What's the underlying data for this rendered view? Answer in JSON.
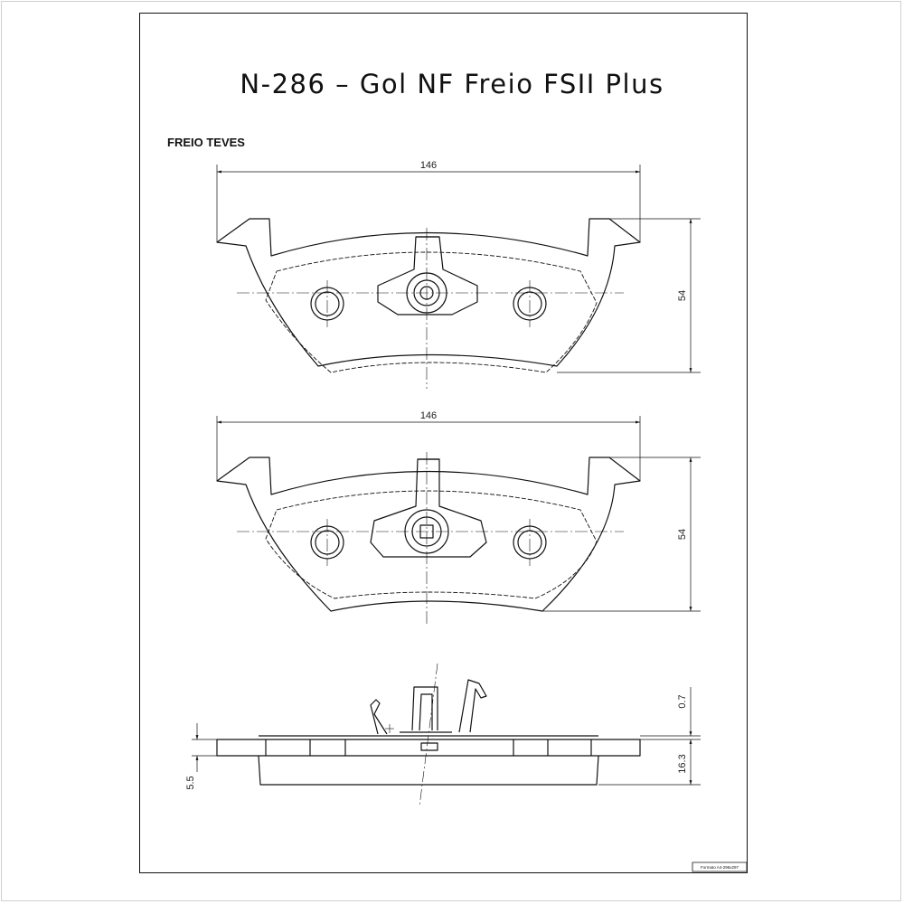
{
  "title": "N-286 – Gol NF Freio FSII Plus",
  "subtitle": "FREIO TEVES",
  "dimensions": {
    "top_width": "146",
    "top_height": "54",
    "middle_width": "146",
    "middle_height": "54",
    "side_clip": "0.7",
    "side_thickness": "16.3",
    "side_plate": "5.5"
  },
  "footer_stamp": "Formato A4-296x297",
  "colors": {
    "line": "#111111",
    "background": "#ffffff"
  }
}
